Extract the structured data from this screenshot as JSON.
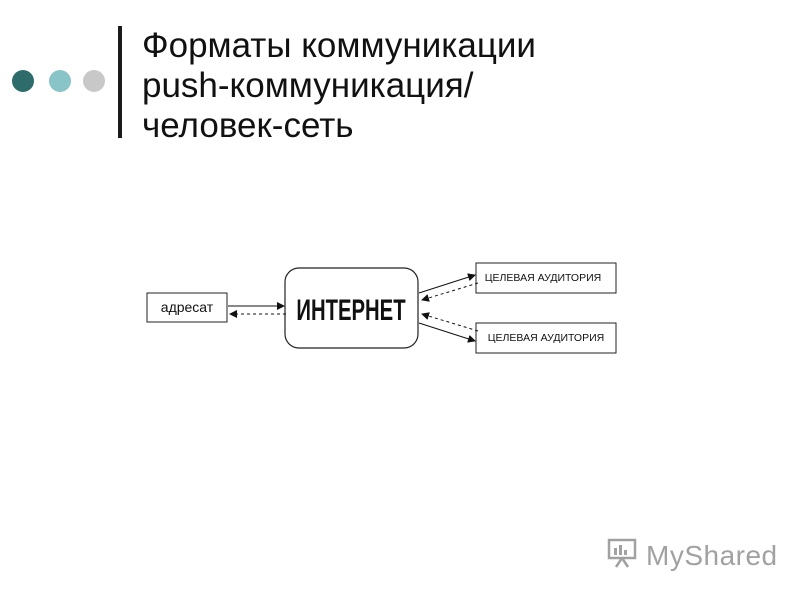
{
  "slide": {
    "title_lines": [
      "Форматы коммуникации",
      "push-коммуникация/",
      "человек-сеть"
    ],
    "bullet_colors": [
      "#2e6b6b",
      "#88c4c8",
      "#c8c8c8"
    ]
  },
  "diagram": {
    "nodes": {
      "addressee": "адресат",
      "internet": "ИНТЕРНЕТ",
      "audience_1": "ЦЕЛЕВАЯ АУДИТОРИЯ",
      "audience_2": "ЦЕЛЕВАЯ АУДИТОРИЯ"
    }
  },
  "watermark": {
    "text": "MyShared",
    "icon": "presentation-board-icon"
  }
}
